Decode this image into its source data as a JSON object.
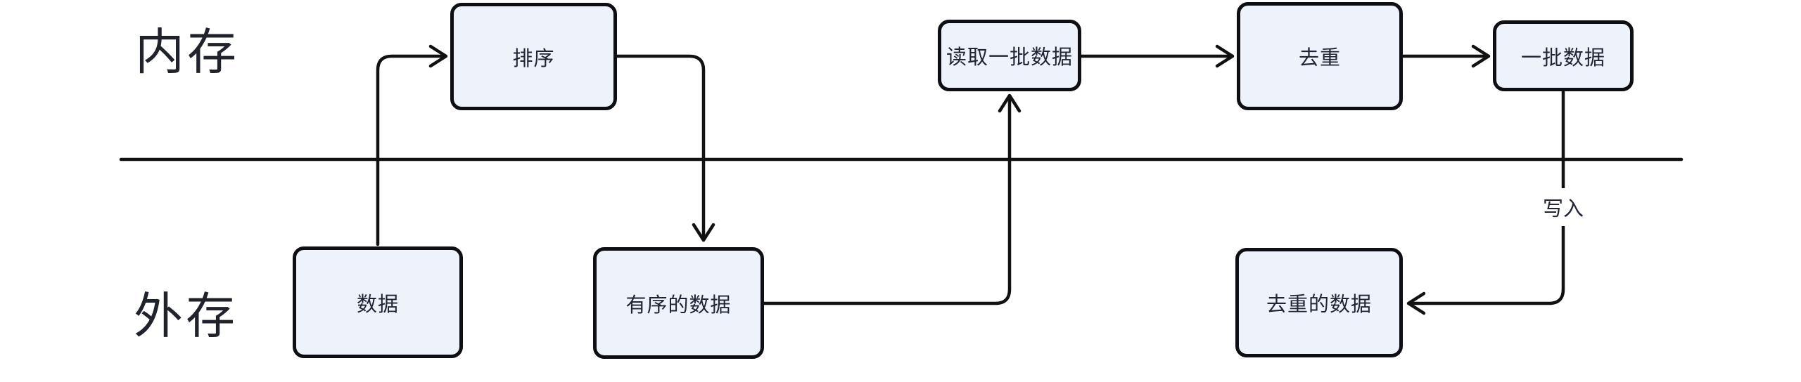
{
  "diagram": {
    "title_regions": {
      "memory": {
        "label": "内存"
      },
      "external_storage": {
        "label": "外存"
      }
    },
    "nodes": {
      "sort": {
        "label": "排序",
        "region": "内存"
      },
      "read_batch": {
        "label": "读取一批数据",
        "region": "内存"
      },
      "dedupe": {
        "label": "去重",
        "region": "内存"
      },
      "batch_data": {
        "label": "一批数据",
        "region": "内存"
      },
      "data": {
        "label": "数据",
        "region": "外存"
      },
      "sorted_data": {
        "label": "有序的数据",
        "region": "外存"
      },
      "deduped_data": {
        "label": "去重的数据",
        "region": "外存"
      }
    },
    "edges": [
      {
        "from": "data",
        "to": "sort"
      },
      {
        "from": "sort",
        "to": "sorted_data"
      },
      {
        "from": "sorted_data",
        "to": "read_batch"
      },
      {
        "from": "read_batch",
        "to": "dedupe"
      },
      {
        "from": "dedupe",
        "to": "batch_data"
      },
      {
        "from": "batch_data",
        "to": "deduped_data",
        "label": "写入"
      }
    ],
    "colors": {
      "background": "#ffffff",
      "node_fill": "#eef2fb",
      "node_stroke": "#0e0e14",
      "connector": "#111111",
      "text": "#202434"
    }
  }
}
